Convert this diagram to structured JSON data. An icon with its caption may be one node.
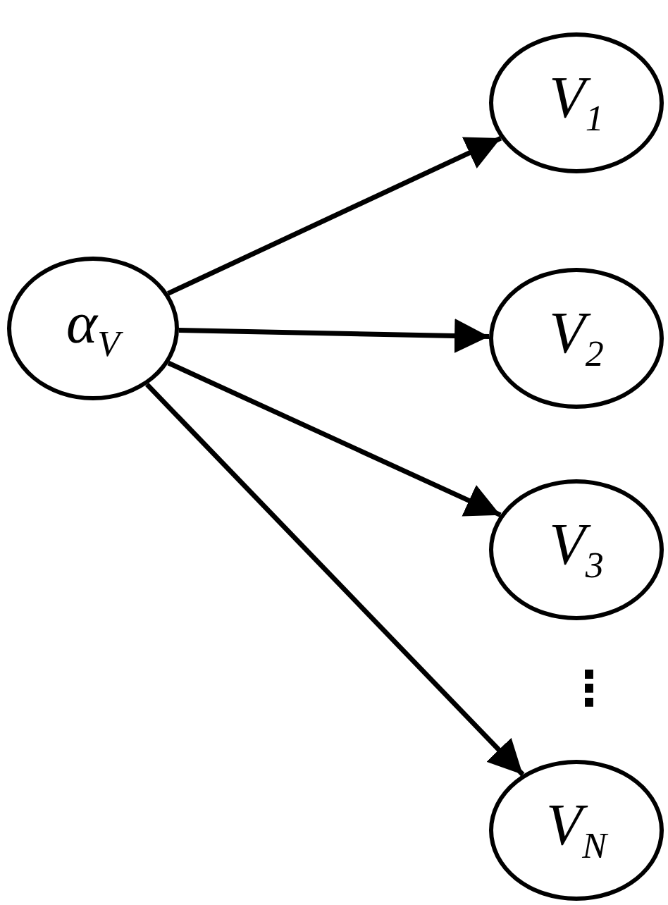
{
  "diagram": {
    "nodes": [
      {
        "text": [
          "α$_{V}$"
        ]
      },
      {
        "text": [
          "V$_{1}$"
        ]
      },
      {
        "text": [
          "V$_{2}$"
        ]
      },
      {
        "text": [
          "V$_{3}$"
        ]
      },
      {
        "text": [
          "V$_{N}$"
        ]
      }
    ],
    "edges": [
      {
        "from": 0,
        "to": 1,
        "arrow": "to"
      },
      {
        "from": 0,
        "to": 2,
        "arrow": "to"
      },
      {
        "from": 0,
        "to": 3,
        "arrow": "to"
      },
      {
        "from": 0,
        "to": 4,
        "arrow": "to"
      }
    ],
    "labels": [
      "⋮"
    ]
  }
}
